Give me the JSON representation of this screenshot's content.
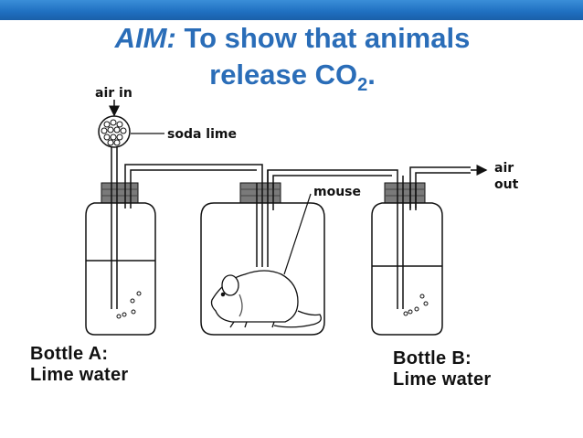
{
  "header": {
    "aim_prefix": "AIM:",
    "aim_line1": "To show that animals",
    "aim_line2": "release CO",
    "aim_sub": "2",
    "aim_end": "."
  },
  "diagram": {
    "air_in": "air in",
    "soda_lime": "soda lime",
    "mouse": "mouse",
    "air_out_1": "air",
    "air_out_2": "out"
  },
  "labels": {
    "bottle_a_1": "Bottle A:",
    "bottle_a_2": "Lime water",
    "bottle_b_1": "Bottle B:",
    "bottle_b_2": "Lime water"
  }
}
